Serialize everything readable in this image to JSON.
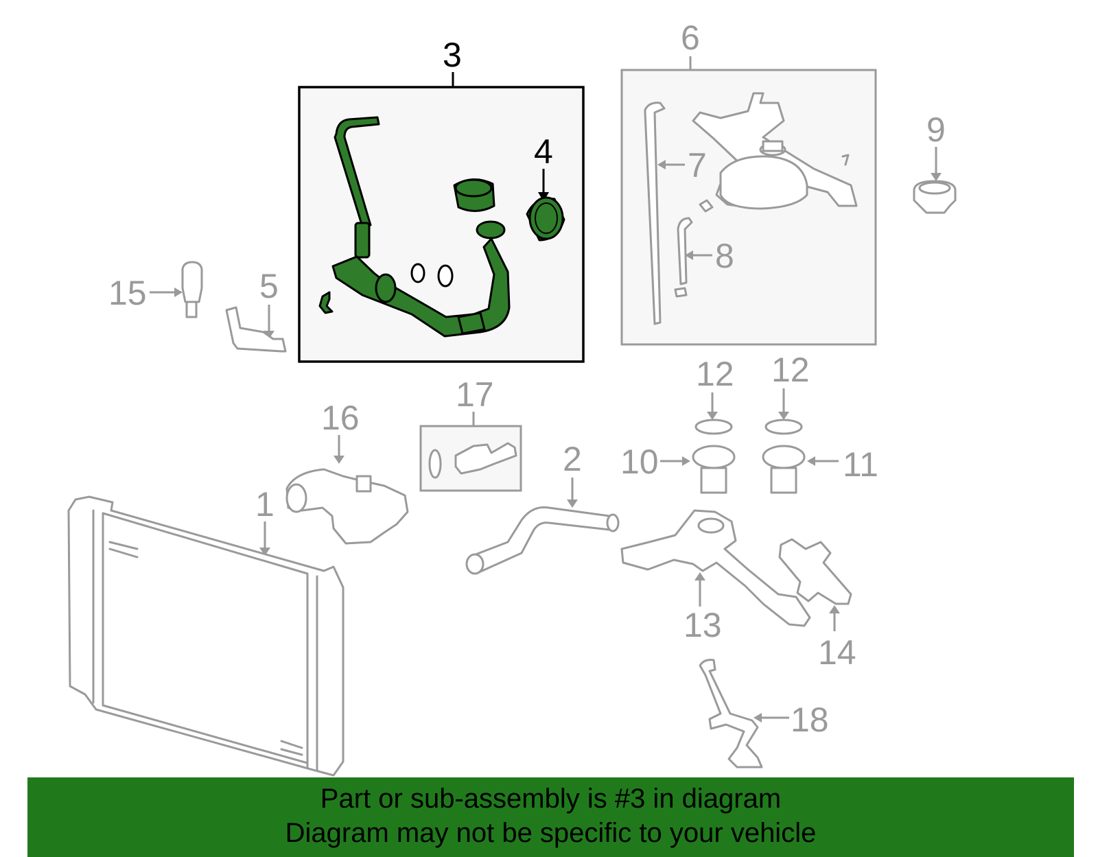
{
  "callouts": {
    "c1": "1",
    "c2": "2",
    "c3": "3",
    "c4": "4",
    "c5": "5",
    "c6": "6",
    "c7": "7",
    "c8": "8",
    "c9": "9",
    "c10": "10",
    "c11": "11",
    "c12a": "12",
    "c12b": "12",
    "c13": "13",
    "c14": "14",
    "c15": "15",
    "c16": "16",
    "c17": "17",
    "c18": "18"
  },
  "highlighted_part": "3",
  "colors": {
    "highlight": "#2f7d2a",
    "banner": "#207a1c",
    "outline": "#9a9a9a"
  },
  "banner": {
    "line1": "Part or sub-assembly is #3 in diagram",
    "line2": "Diagram may not be specific to your vehicle"
  }
}
